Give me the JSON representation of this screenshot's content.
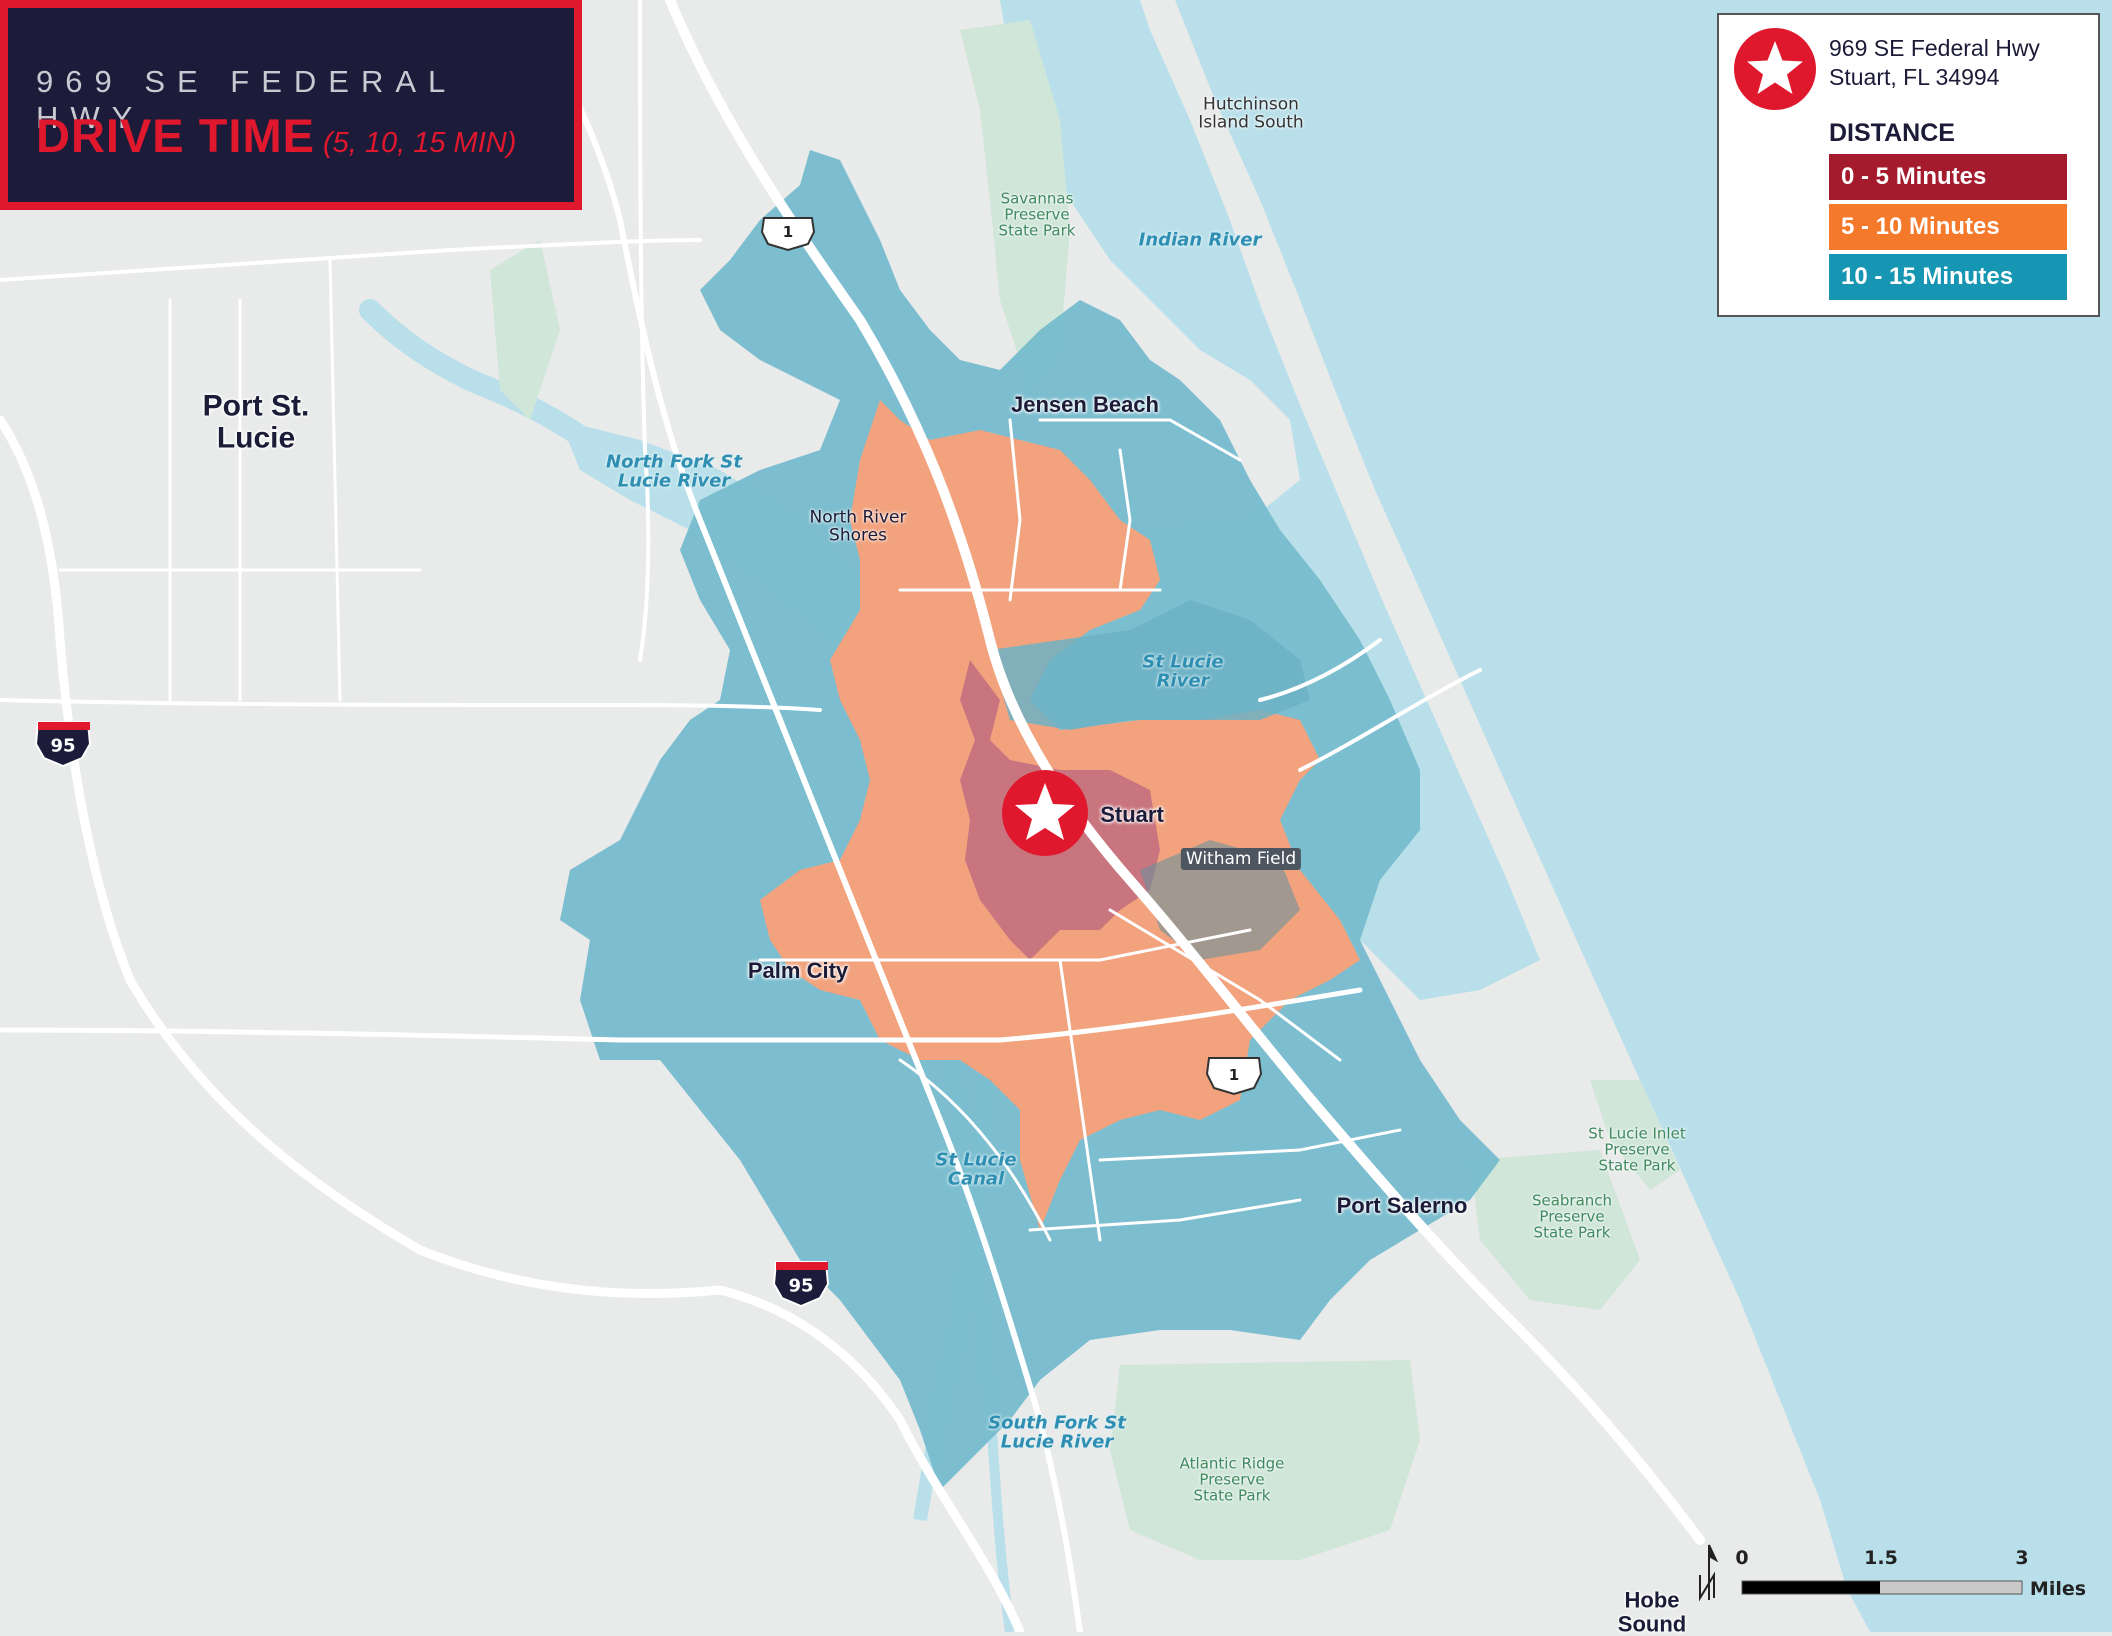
{
  "title": {
    "address_line": "969 SE FEDERAL HWY",
    "main": "DRIVE TIME",
    "sub": "(5, 10, 15 MIN)"
  },
  "legend": {
    "address_line1": "969 SE Federal Hwy",
    "address_line2": "Stuart, FL 34994",
    "heading": "DISTANCE",
    "items": [
      {
        "label": "0 - 5 Minutes",
        "color": "#a51b2e"
      },
      {
        "label": "5 - 10 Minutes",
        "color": "#f5792b"
      },
      {
        "label": "10 - 15 Minutes",
        "color": "#1796b4"
      }
    ]
  },
  "map": {
    "colors": {
      "land": "#e9eaea",
      "water": "#b9e0ea",
      "park": "#cfe6d8",
      "zone_0_5": "#c9757f",
      "zone_5_10": "#f2a37e",
      "zone_10_15": "#76bccd",
      "accent_red": "#e0182d",
      "navy": "#1c1b3a"
    },
    "places": {
      "port_st_lucie": "Port St.\nLucie",
      "jensen_beach": "Jensen Beach",
      "north_river_shores": "North River\nShores",
      "stuart": "Stuart",
      "palm_city": "Palm City",
      "port_salerno": "Port Salerno",
      "hobe_sound": "Hobe\nSound",
      "hutchinson_island_south": "Hutchinson\nIsland South",
      "witham_field": "Witham Field"
    },
    "water_labels": {
      "indian_river": "Indian River",
      "north_fork": "North Fork St\nLucie River",
      "st_lucie_river": "St Lucie\nRiver",
      "st_lucie_canal": "St Lucie\nCanal",
      "south_fork": "South Fork St\nLucie River"
    },
    "parks": {
      "savannas": "Savannas\nPreserve\nState Park",
      "st_lucie_inlet": "St Lucie Inlet\nPreserve\nState Park",
      "seabranch": "Seabranch\nPreserve\nState Park",
      "atlantic_ridge": "Atlantic Ridge\nPreserve\nState Park"
    },
    "shields": {
      "us1": "1",
      "i95": "95"
    },
    "scale": {
      "ticks": [
        "0",
        "1.5",
        "3"
      ],
      "unit": "Miles"
    },
    "icons": {
      "site_marker": "star-icon",
      "north_arrow": "north-arrow-icon"
    }
  }
}
